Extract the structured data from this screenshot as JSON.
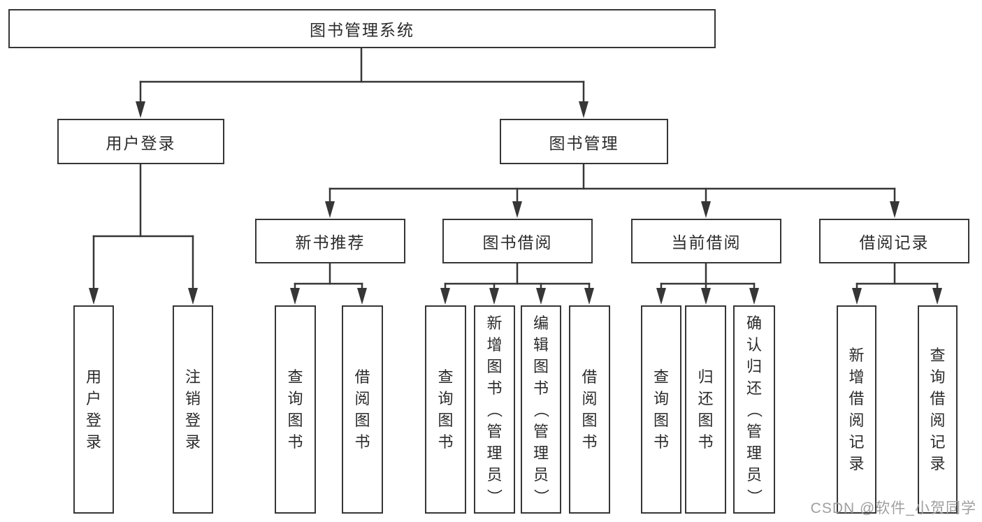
{
  "colors": {
    "line": "#363636",
    "node_border": "#363636",
    "node_background": "#ffffff",
    "label_text": "#2b2b2b",
    "watermark_text": "#9f9f9f"
  },
  "tree": {
    "label": "图书管理系统",
    "children": [
      {
        "label": "用户登录",
        "children": [
          {
            "label": "用户登录"
          },
          {
            "label": "注销登录"
          }
        ]
      },
      {
        "label": "图书管理",
        "children": [
          {
            "label": "新书推荐",
            "children": [
              {
                "label": "查询图书"
              },
              {
                "label": "借阅图书"
              }
            ]
          },
          {
            "label": "图书借阅",
            "children": [
              {
                "label": "查询图书"
              },
              {
                "label": "新增图书（管理员）"
              },
              {
                "label": "编辑图书（管理员）"
              },
              {
                "label": "借阅图书"
              }
            ]
          },
          {
            "label": "当前借阅",
            "children": [
              {
                "label": "查询图书"
              },
              {
                "label": "归还图书"
              },
              {
                "label": "确认归还（管理员）"
              }
            ]
          },
          {
            "label": "借阅记录",
            "children": [
              {
                "label": "新增借阅记录"
              },
              {
                "label": "查询借阅记录"
              }
            ]
          }
        ]
      }
    ]
  },
  "watermark": {
    "text": "CSDN @软件_小贺同学"
  }
}
